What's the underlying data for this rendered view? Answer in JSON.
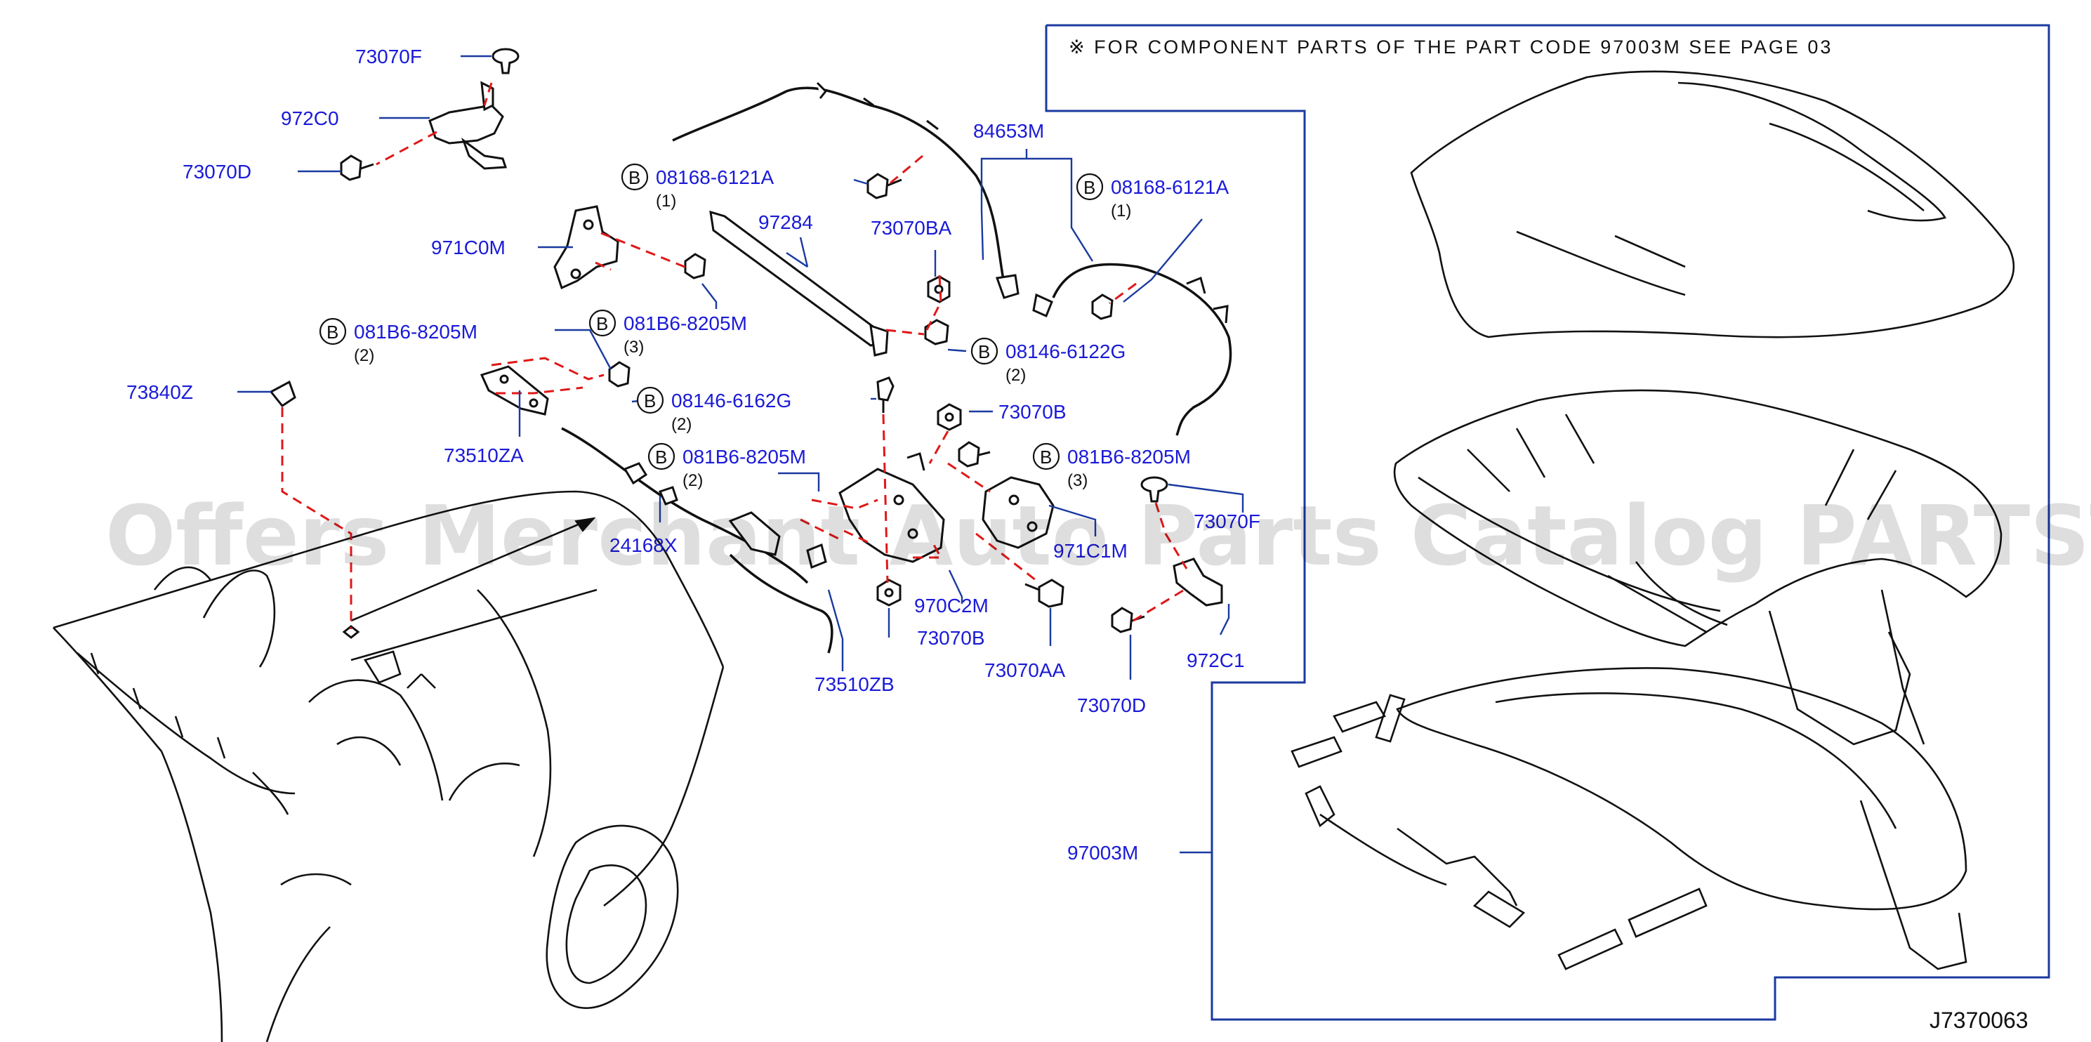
{
  "note": "※ FOR COMPONENT PARTS OF THE PART CODE 97003M SEE PAGE 03",
  "diagram_code": "J7370063",
  "watermark": "Offers Merchant Auto Parts Catalog PARTSTORE.SA",
  "bolt_marker": "B",
  "labels": {
    "p73070F_top": "73070F",
    "p972C0": "972C0",
    "p73070D_top": "73070D",
    "p971C0M": "971C0M",
    "p73840Z": "73840Z",
    "p73510ZA": "73510ZA",
    "p97284": "97284",
    "p73070BA": "73070BA",
    "p84653M": "84653M",
    "p73070B_a": "73070B",
    "p970C2M": "970C2M",
    "p73070B_b": "73070B",
    "p73510ZB": "73510ZB",
    "p73070AA": "73070AA",
    "p73070D_bot": "73070D",
    "p972C1": "972C1",
    "p971C1M": "971C1M",
    "p73070F_right": "73070F",
    "p24168X": "24168X",
    "p97003M": "97003M"
  },
  "bolts": [
    {
      "code": "08168-6121A",
      "qty": "(1)"
    },
    {
      "code": "08168-6121A",
      "qty": "(1)"
    },
    {
      "code": "081B6-8205M",
      "qty": "(2)"
    },
    {
      "code": "081B6-8205M",
      "qty": "(3)"
    },
    {
      "code": "08146-6162G",
      "qty": "(2)"
    },
    {
      "code": "08146-6122G",
      "qty": "(2)"
    },
    {
      "code": "081B6-8205M",
      "qty": "(2)"
    },
    {
      "code": "081B6-8205M",
      "qty": "(3)"
    }
  ]
}
